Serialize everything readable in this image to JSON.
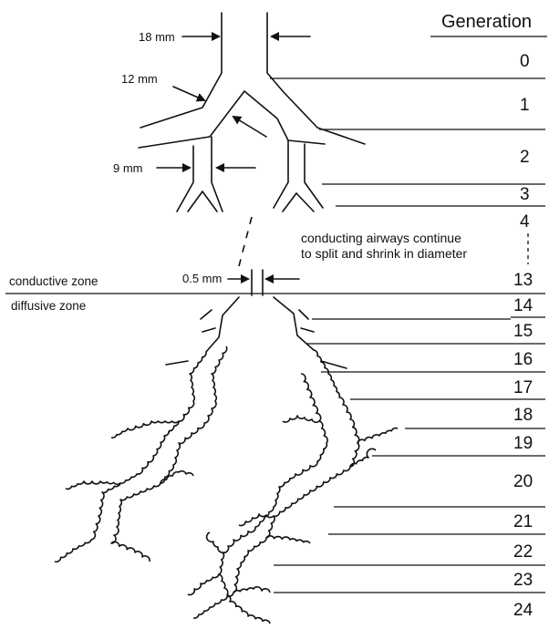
{
  "header": {
    "title": "Generation"
  },
  "generations": [
    "0",
    "1",
    "2",
    "3",
    "4",
    "13",
    "14",
    "15",
    "16",
    "17",
    "18",
    "19",
    "20",
    "21",
    "22",
    "23",
    "24"
  ],
  "measurements": {
    "trachea": "18 mm",
    "bronchus": "12 mm",
    "bronchiole": "9 mm",
    "terminal": "0.5 mm"
  },
  "annotation": {
    "line1": "conducting airways continue",
    "line2": "to split and shrink in diameter"
  },
  "zones": {
    "conductive": "conductive zone",
    "diffusive": "diffusive zone"
  }
}
